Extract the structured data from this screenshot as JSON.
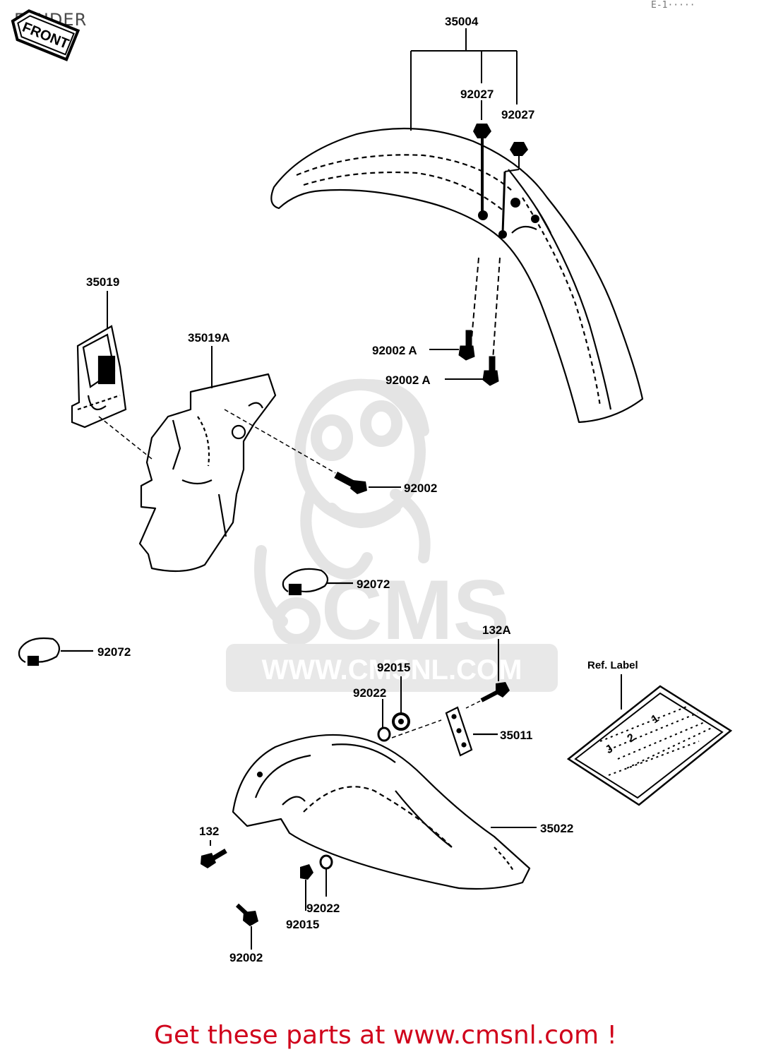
{
  "header": {
    "title": "FENDER",
    "corner_code": "E-1·····"
  },
  "front_tag": "FRONT",
  "labels": {
    "p35004": "35004",
    "p92027_a": "92027",
    "p92027_b": "92027",
    "p35019": "35019",
    "p35019A": "35019A",
    "p92002A_a": "92002 A",
    "p92002A_b": "92002 A",
    "p92002_a": "92002",
    "p92072_a": "92072",
    "p92072_b": "92072",
    "p132A": "132A",
    "p92015_a": "92015",
    "p92022_a": "92022",
    "p35011": "35011",
    "ref_label": "Ref. Label",
    "p35022": "35022",
    "p132": "132",
    "p92022_b": "92022",
    "p92015_b": "92015",
    "p92002_b": "92002"
  },
  "ref_label_marks": [
    "J",
    "2",
    "1"
  ],
  "watermark": {
    "brand": "CMS",
    "url": "WWW.CMSNL.COM"
  },
  "footer": {
    "promo_text": "Get these parts at www.cmsnl.com !"
  },
  "colors": {
    "line": "#000000",
    "promo": "#d0021b",
    "watermark": "#e4e4e4"
  }
}
